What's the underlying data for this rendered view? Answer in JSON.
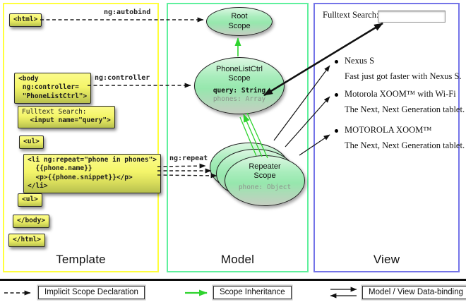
{
  "columns": {
    "template": "Template",
    "model": "Model",
    "view": "View"
  },
  "code_boxes": {
    "html_open": "<html>",
    "body_open": "<body\n ng:controller=\n \"PhoneListCtrl\">",
    "fulltext_label": "Fulltext Search:",
    "fulltext_input": "  <input name=\"query\">",
    "ul_open": "<ul>",
    "li_repeat": "<li ng:repeat=\"phone in phones\">\n  {{phone.name}}\n  <p>{{phone.snippet}}</p>\n</li>",
    "ul_close": "<ul>",
    "body_close": "</body>",
    "html_close": "</html>"
  },
  "edge_labels": {
    "autobind": "ng:autobind",
    "controller": "ng:controller",
    "repeat": "ng:repeat"
  },
  "scopes": {
    "root": {
      "name": "Root\nScope"
    },
    "phonelist": {
      "name": "PhoneListCtrl\nScope",
      "prop_query": "query: String",
      "prop_phones": "phones: Array"
    },
    "repeater": {
      "name": "Repeater\nScope",
      "prop_phone": "phone: Object"
    }
  },
  "view": {
    "search_label": "Fulltext Search:",
    "search_value": "",
    "items": [
      {
        "title": "Nexus S",
        "desc": "Fast just got faster with Nexus S."
      },
      {
        "title": "Motorola XOOM™ with Wi-Fi",
        "desc": "The Next, Next Generation tablet."
      },
      {
        "title": "MOTOROLA XOOM™",
        "desc": "The Next, Next Generation tablet."
      }
    ]
  },
  "legend": {
    "implicit": "Implicit Scope Declaration",
    "inheritance": "Scope Inheritance",
    "binding": "Model / View Data-binding"
  },
  "colors": {
    "template_border": "#ffff3c",
    "model_border": "#5ff09d",
    "view_border": "#7474e8",
    "inheritance_arrow": "#2ed32e",
    "code_box_yellow": "#f4f56a",
    "scope_fill_green": "#96e7ad"
  }
}
